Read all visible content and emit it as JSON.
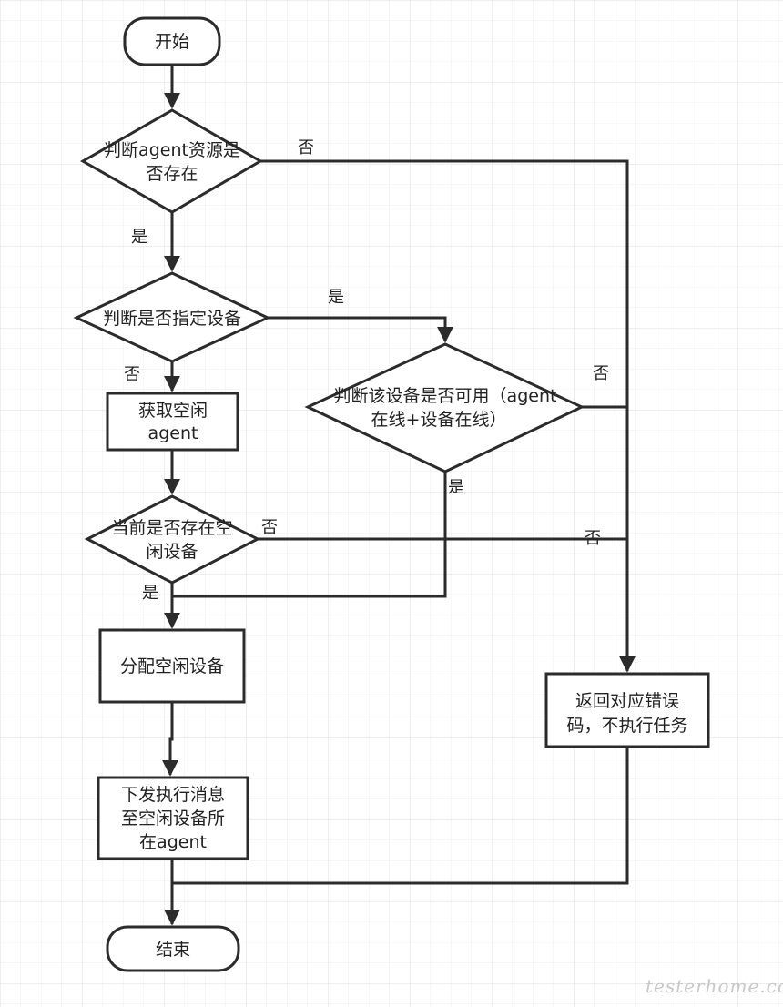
{
  "nodes": {
    "start": "开始",
    "agent_exists_l1": "判断agent资源是",
    "agent_exists_l2": "否存在",
    "specify_device": "判断是否指定设备",
    "get_idle_l1": "获取空闲",
    "get_idle_l2": "agent",
    "device_avail_l1": "判断该设备是否可用（agent",
    "device_avail_l2": "在线+设备在线）",
    "idle_exists_l1": "当前是否存在空",
    "idle_exists_l2": "闲设备",
    "assign": "分配空闲设备",
    "dispatch_l1": "下发执行消息",
    "dispatch_l2": "至空闲设备所",
    "dispatch_l3": "在agent",
    "error_l1": "返回对应错误",
    "error_l2": "码，不执行任务",
    "end": "结束"
  },
  "edges": {
    "agent_no": "否",
    "agent_yes": "是",
    "specify_yes": "是",
    "specify_no": "否",
    "avail_no": "否",
    "avail_yes": "是",
    "idle_no": "否",
    "idle_no_right": "否",
    "idle_yes": "是"
  },
  "watermark": "testerhome.com"
}
